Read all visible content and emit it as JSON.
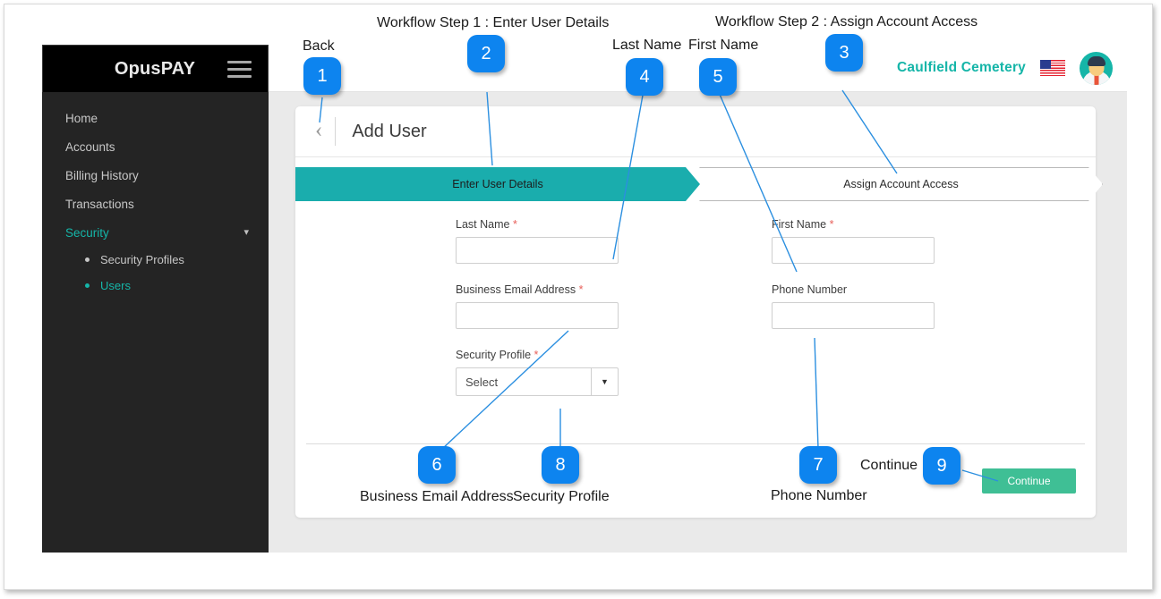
{
  "sidebar": {
    "brand": "OpusPAY",
    "menu_icon": "hamburger-icon",
    "items": [
      {
        "label": "Home",
        "active": false
      },
      {
        "label": "Accounts",
        "active": false
      },
      {
        "label": "Billing History",
        "active": false
      },
      {
        "label": "Transactions",
        "active": false
      },
      {
        "label": "Security",
        "active": true,
        "expanded": true
      }
    ],
    "sub_items": [
      {
        "label": "Security Profiles",
        "active": false
      },
      {
        "label": "Users",
        "active": true
      }
    ]
  },
  "topbar": {
    "org_name": "Caulfield Cemetery",
    "flag": "us-flag-icon",
    "avatar": "user-avatar-icon"
  },
  "card": {
    "back_arrow": "‹",
    "title": "Add User",
    "steps": [
      {
        "label": "Enter User Details",
        "state": "active"
      },
      {
        "label": "Assign Account Access",
        "state": "inactive"
      }
    ],
    "fields": [
      {
        "label": "Last Name",
        "required": true,
        "value": "",
        "type": "text"
      },
      {
        "label": "First Name",
        "required": true,
        "value": "",
        "type": "text"
      },
      {
        "label": "Business Email Address",
        "required": true,
        "value": "",
        "type": "text"
      },
      {
        "label": "Phone Number",
        "required": false,
        "value": "",
        "type": "text"
      },
      {
        "label": "Security Profile",
        "required": true,
        "value": "Select",
        "type": "select"
      }
    ],
    "required_marker": "*",
    "continue_label": "Continue"
  },
  "annotations": {
    "badges": [
      {
        "num": "1"
      },
      {
        "num": "2"
      },
      {
        "num": "3"
      },
      {
        "num": "4"
      },
      {
        "num": "5"
      },
      {
        "num": "6"
      },
      {
        "num": "7"
      },
      {
        "num": "8"
      },
      {
        "num": "9"
      }
    ],
    "labels": [
      {
        "text": "Back"
      },
      {
        "text": "Workflow Step 1 : Enter User Details"
      },
      {
        "text": "Workflow Step 2 : Assign Account Access"
      },
      {
        "text": "Last Name"
      },
      {
        "text": "First Name"
      },
      {
        "text": "Business Email Address"
      },
      {
        "text": "Phone Number"
      },
      {
        "text": "Security Profile"
      },
      {
        "text": "Continue"
      }
    ]
  },
  "colors": {
    "accent_teal": "#1aadad",
    "brand_teal": "#15b5a8",
    "button_green": "#3fbf95",
    "badge_blue": "#0d84ef",
    "sidebar_dark": "#242424",
    "required_red": "#e8605a"
  }
}
